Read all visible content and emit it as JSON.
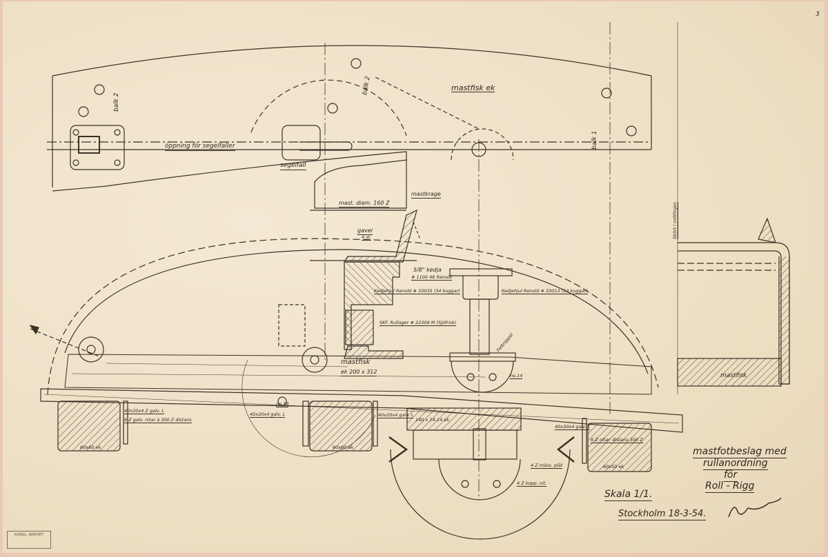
{
  "page_number": "3",
  "labels": {
    "balk2_left": "balk 2",
    "balk2_mid": "balk 2",
    "balk1": "balk 1",
    "mastfisk_top": "mastfisk ek",
    "opening": "öppning för segelfaller",
    "segelfall": "segelfall",
    "mast_diam": "mast. diam. 160 Z",
    "mastkrage": "mastkrage",
    "gavel": "gavel",
    "gavel_qty": "4 st.",
    "kedja": "5/8\" kedja",
    "kedja_no": "# 1100 46 Renold",
    "kedjehjul_left": "Kedjehjul Renold # 33035 (34 kuggar)",
    "kedjehjul_right": "Kedjehjul Renold # 33013 (13 kuggar)",
    "rullager": "SKF. Rullager # 22308 M (Sjöfrisk)",
    "fettnippel": "Fettnippel",
    "mastfisk_mid": "mastfisk",
    "mastfisk_mid_dim": "ek 200 x 312",
    "no14": "no.14",
    "no18": "no.18",
    "angle_left": "40x20x4 Z galv. L",
    "rivets_left": "6 Z galv. nitar à 300 Z distans",
    "angle_mid": "40x20x4 galv. L",
    "angle_mid2": "40x20x4 galv. L",
    "plank": "140 x 24-14 ek",
    "angle_right": "40x30x4 galv. L",
    "rivets_right": "6 Z nitar. distans 300 Z",
    "beam_left": "60x60 ek",
    "beam_mid": "60x60 ek",
    "beam_right": "60x50 ek",
    "plate": "4 Z mäss. plåt",
    "copper_rivet": "4 Z kopp. nit.",
    "centerline": "Skört i mittlinjen",
    "mastfisk_side": "mastfisk"
  },
  "title_block": {
    "line1": "mastfotbeslag med",
    "line2": "rullanordning",
    "line3": "för",
    "line4": "Roll - Rigg",
    "scale": "Skala 1/1.",
    "place_date": "Stockholm 18-3-54.",
    "signature": "Iversen"
  },
  "stamp": "KUNGL. ARKIVET"
}
